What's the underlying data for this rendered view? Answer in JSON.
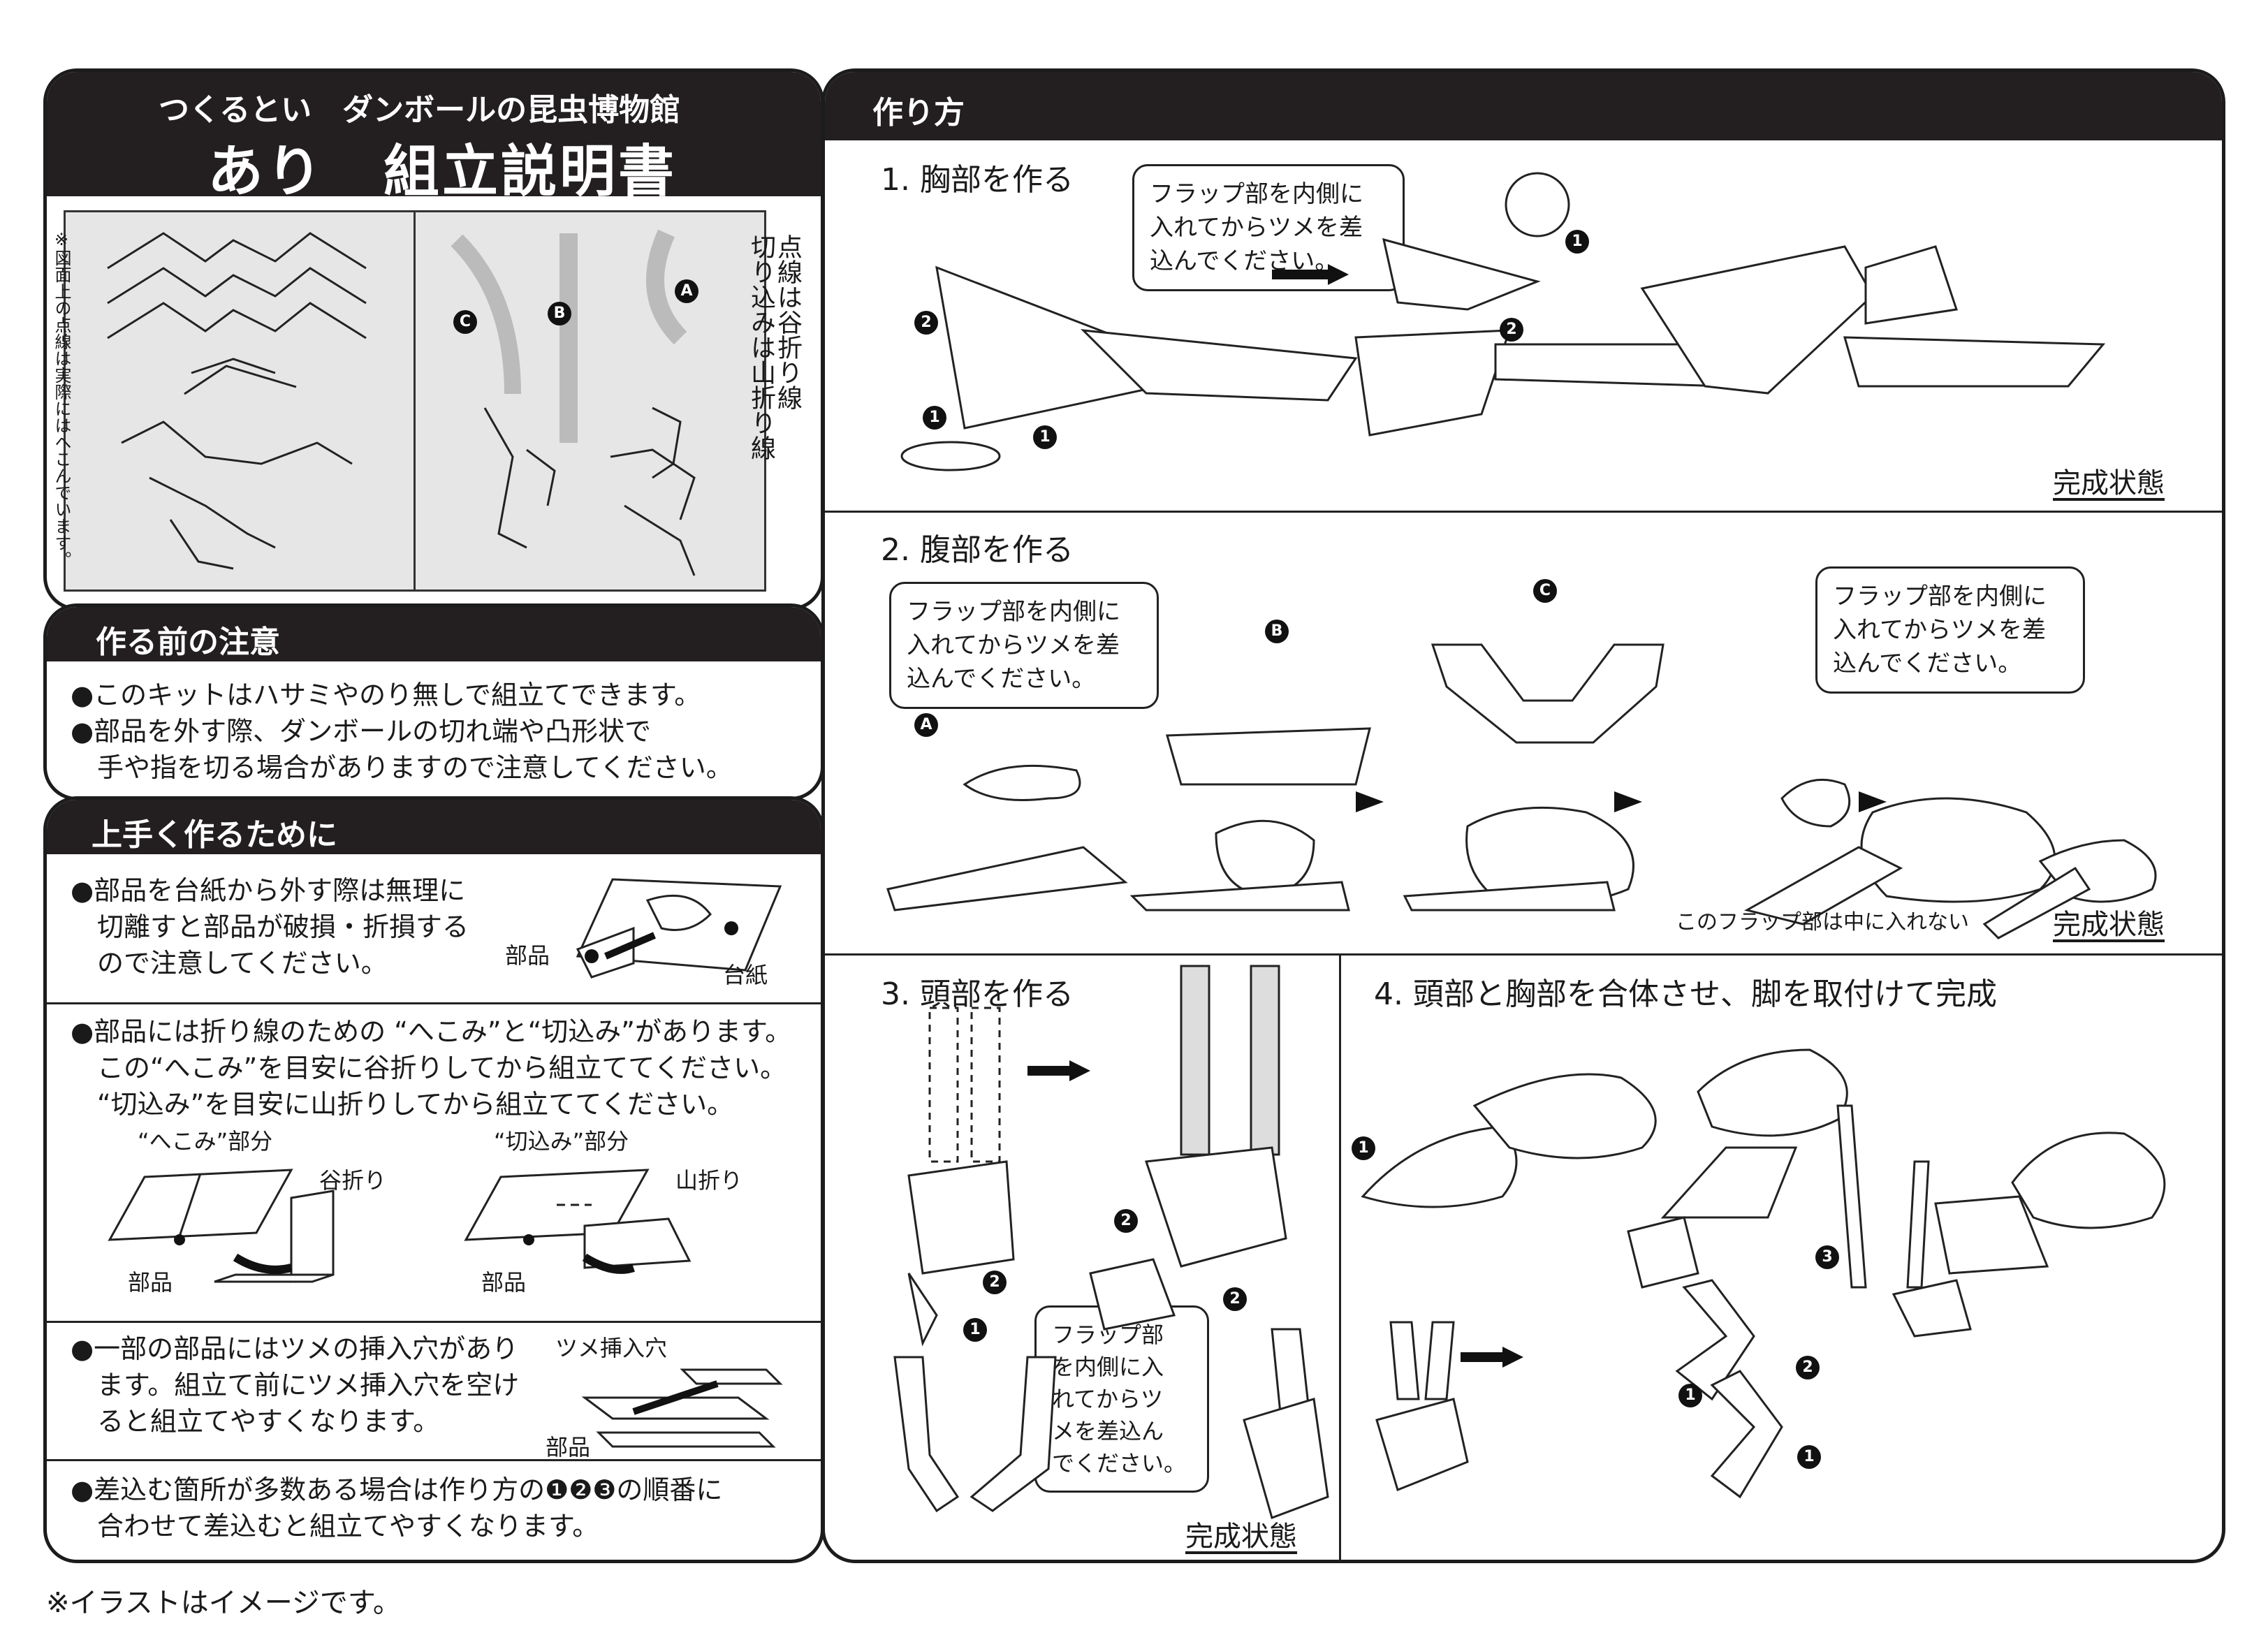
{
  "left": {
    "series": "つくるとい　ダンボールの昆虫博物館",
    "title": "あり　組立説明書",
    "note_vertical": "※図面上の点線は実際にはへこんでいます。",
    "legend_vertical": [
      "点線は谷折り線",
      "切り込みは山折り線"
    ],
    "parts": {
      "a": "A",
      "b": "B",
      "c": "C"
    }
  },
  "caution": {
    "heading": "作る前の注意",
    "items": [
      "●このキットはハサミやのり無しで組立てできます。",
      "●部品を外す際、ダンボールの切れ端や凸形状で\n　手や指を切る場合がありますので注意してください。"
    ]
  },
  "tips": {
    "heading": "上手く作るために",
    "item1": "●部品を台紙から外す際は無理に\n　切離すと部品が破損・折損する\n　ので注意してください。",
    "item1_labels": {
      "part": "部品",
      "sheet": "台紙"
    },
    "item2": "●部品には折り線のための “へこみ”と“切込み”があります。\n　この“へこみ”を目安に谷折りしてから組立ててください。\n　“切込み”を目安に山折りしてから組立ててください。",
    "item2_labels": {
      "hekomi": "“へこみ”部分",
      "tanioori": "谷折り",
      "buhin1": "部品",
      "kirikomi": "“切込み”部分",
      "yamaori": "山折り",
      "buhin2": "部品"
    },
    "item3": "●一部の部品にはツメの挿入穴があり\n　ます。組立て前にツメ挿入穴を空け\n　ると組立てやすくなります。",
    "item3_labels": {
      "hole": "ツメ挿入穴",
      "part": "部品"
    },
    "item4": "●差込む箇所が多数ある場合は作り方の❶❷❸の順番に\n　合わせて差込むと組立てやすくなります。"
  },
  "footnote": "※イラストはイメージです。",
  "howto": {
    "heading": "作り方",
    "complete": "完成状態",
    "step1": {
      "title": "1. 胸部を作る",
      "callout": "フラップ部を内側に\n入れてからツメを差\n込んでください。",
      "markers": [
        "1",
        "2",
        "1",
        "2",
        "1"
      ]
    },
    "step2": {
      "title": "2. 腹部を作る",
      "callout_left": "フラップ部を内側に\n入れてからツメを差\n込んでください。",
      "callout_right": "フラップ部を内側に\n入れてからツメを差\n込んでください。",
      "note": "このフラップ部は中に入れない",
      "parts": [
        "A",
        "B",
        "C"
      ]
    },
    "step3": {
      "title": "3. 頭部を作る",
      "callout": "フラップ部\nを内側に入\nれてからツ\nメを差込ん\nでください。",
      "markers": [
        "1",
        "2",
        "2",
        "2",
        "1"
      ]
    },
    "step4": {
      "title": "4. 頭部と胸部を合体させ、脚を取付けて完成",
      "markers": [
        "3",
        "2",
        "1",
        "1"
      ]
    }
  }
}
